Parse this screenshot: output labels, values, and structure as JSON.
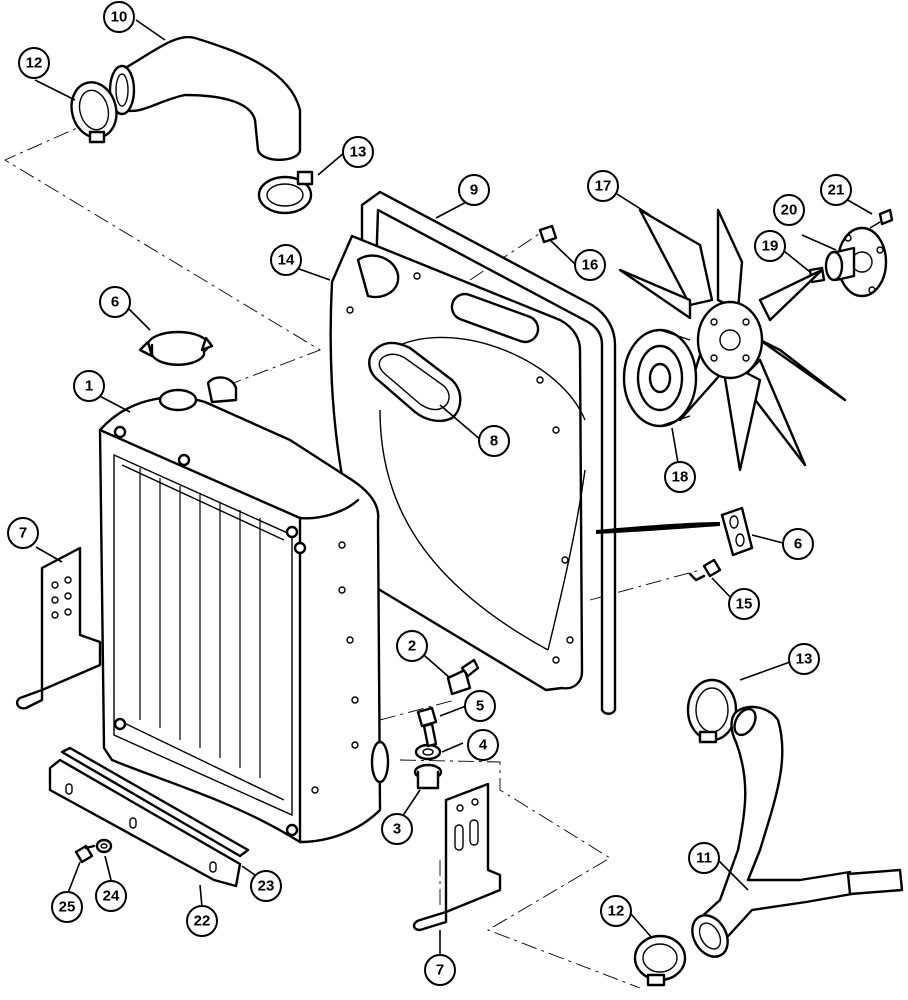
{
  "callouts": [
    {
      "id": "c1",
      "label": "1"
    },
    {
      "id": "c2",
      "label": "2"
    },
    {
      "id": "c3",
      "label": "3"
    },
    {
      "id": "c4",
      "label": "4"
    },
    {
      "id": "c5",
      "label": "5"
    },
    {
      "id": "c6a",
      "label": "6"
    },
    {
      "id": "c6b",
      "label": "6"
    },
    {
      "id": "c7a",
      "label": "7"
    },
    {
      "id": "c7b",
      "label": "7"
    },
    {
      "id": "c8",
      "label": "8"
    },
    {
      "id": "c9",
      "label": "9"
    },
    {
      "id": "c10",
      "label": "10"
    },
    {
      "id": "c11",
      "label": "11"
    },
    {
      "id": "c12a",
      "label": "12"
    },
    {
      "id": "c12b",
      "label": "12"
    },
    {
      "id": "c13a",
      "label": "13"
    },
    {
      "id": "c13b",
      "label": "13"
    },
    {
      "id": "c14",
      "label": "14"
    },
    {
      "id": "c15",
      "label": "15"
    },
    {
      "id": "c16",
      "label": "16"
    },
    {
      "id": "c17",
      "label": "17"
    },
    {
      "id": "c18",
      "label": "18"
    },
    {
      "id": "c19",
      "label": "19"
    },
    {
      "id": "c20",
      "label": "20"
    },
    {
      "id": "c21",
      "label": "21"
    },
    {
      "id": "c22",
      "label": "22"
    },
    {
      "id": "c23",
      "label": "23"
    },
    {
      "id": "c24",
      "label": "24"
    },
    {
      "id": "c25",
      "label": "25"
    }
  ]
}
